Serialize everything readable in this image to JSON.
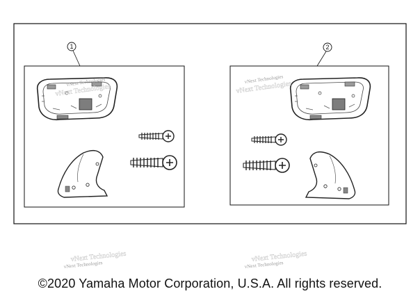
{
  "diagram": {
    "callouts": [
      "1",
      "2"
    ],
    "watermark": "vNext Technologies"
  },
  "footer": {
    "copyright": "©2020 Yamaha Motor Corporation, U.S.A. All rights reserved."
  }
}
